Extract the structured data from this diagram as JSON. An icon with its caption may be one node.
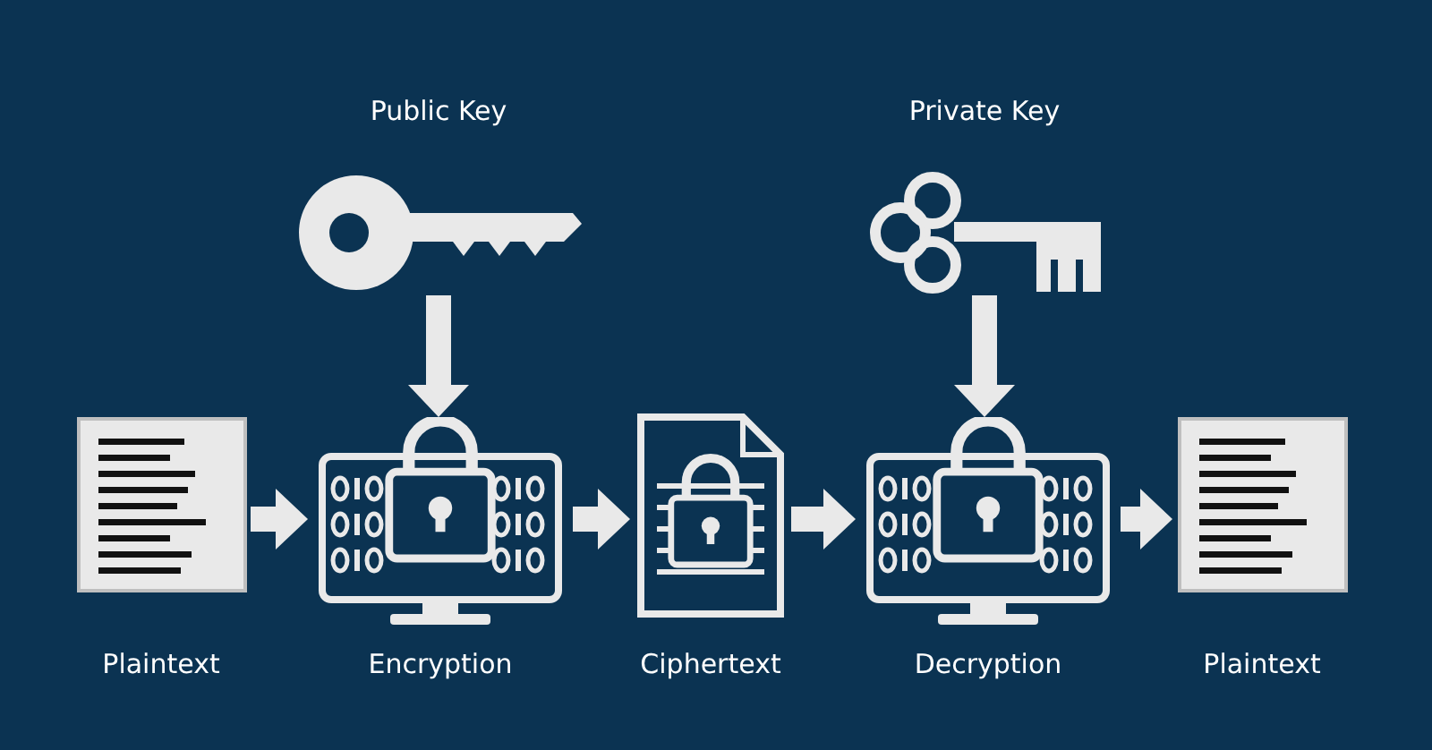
{
  "diagram": {
    "nodes": [
      {
        "text": [
          "Public Key"
        ]
      },
      {
        "text": [
          "Private Key"
        ]
      },
      {
        "text": [
          "Plaintext"
        ]
      },
      {
        "text": [
          "Encryption"
        ]
      },
      {
        "text": [
          "Ciphertext"
        ]
      },
      {
        "text": [
          "Decryption"
        ]
      },
      {
        "text": [
          "Plaintext"
        ]
      }
    ],
    "edges": [
      {
        "from": 0,
        "to": 3,
        "arrow": "to"
      },
      {
        "from": 2,
        "to": 3,
        "arrow": "to"
      },
      {
        "from": 3,
        "to": 4,
        "arrow": "to"
      },
      {
        "from": 4,
        "to": 5,
        "arrow": "to"
      },
      {
        "from": 1,
        "to": 5,
        "arrow": "to"
      },
      {
        "from": 5,
        "to": 6,
        "arrow": "to"
      }
    ]
  }
}
